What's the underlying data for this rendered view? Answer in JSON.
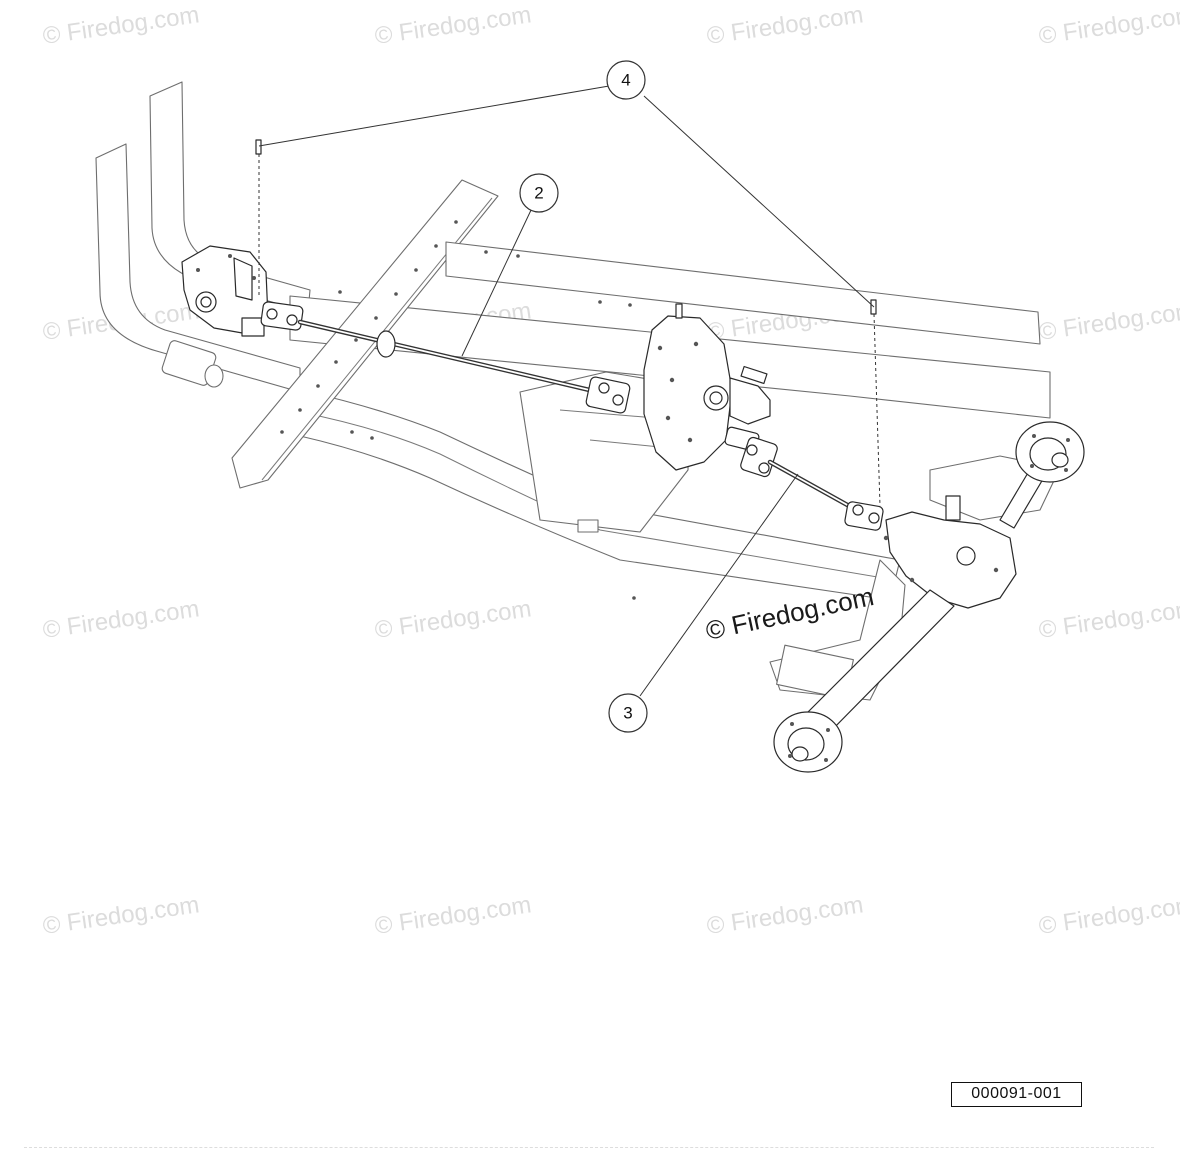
{
  "watermark": {
    "text": "© Firedog.com",
    "main_text": "© Firedog.com"
  },
  "callouts": [
    {
      "number": "4"
    },
    {
      "number": "2"
    },
    {
      "number": "3"
    }
  ],
  "reference_number": "000091-001"
}
